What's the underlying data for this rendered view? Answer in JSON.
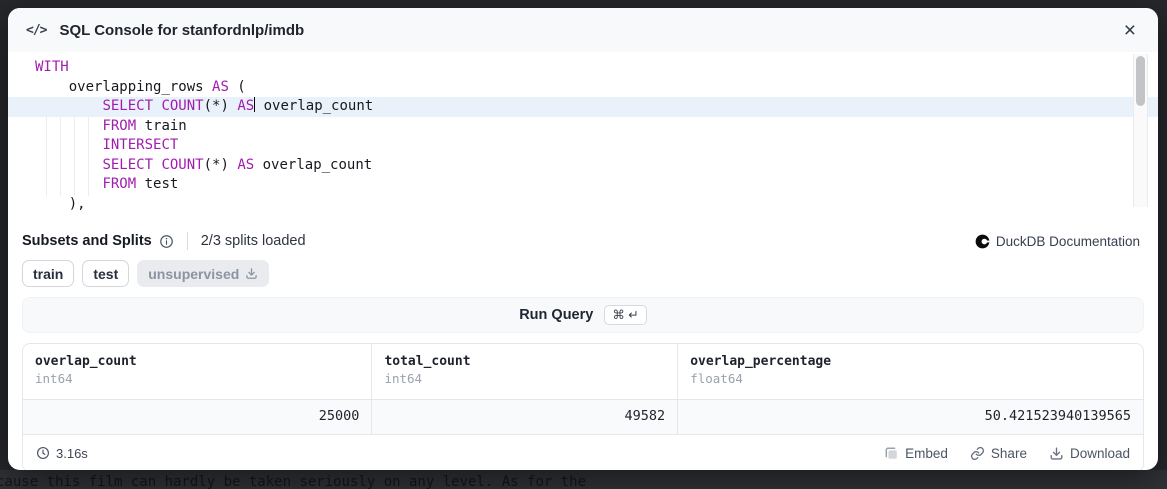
{
  "header": {
    "icon_glyph": "</>",
    "title": "SQL Console for stanfordnlp/imdb",
    "close_glyph": "×"
  },
  "editor": {
    "active_line": 2,
    "lines": [
      [
        {
          "text": "WITH",
          "kw": true
        }
      ],
      [
        {
          "text": "    overlapping_rows "
        },
        {
          "text": "AS",
          "kw": true
        },
        {
          "text": " ("
        }
      ],
      [
        {
          "text": "        "
        },
        {
          "text": "SELECT",
          "kw": true
        },
        {
          "text": " "
        },
        {
          "text": "COUNT",
          "kw": true
        },
        {
          "text": "(*) "
        },
        {
          "text": "AS",
          "kw": true,
          "cursor": true
        },
        {
          "text": " overlap_count"
        }
      ],
      [
        {
          "text": "        "
        },
        {
          "text": "FROM",
          "kw": true
        },
        {
          "text": " train"
        }
      ],
      [
        {
          "text": "        "
        },
        {
          "text": "INTERSECT",
          "kw": true
        }
      ],
      [
        {
          "text": "        "
        },
        {
          "text": "SELECT",
          "kw": true
        },
        {
          "text": " "
        },
        {
          "text": "COUNT",
          "kw": true
        },
        {
          "text": "(*) "
        },
        {
          "text": "AS",
          "kw": true
        },
        {
          "text": " overlap_count"
        }
      ],
      [
        {
          "text": "        "
        },
        {
          "text": "FROM",
          "kw": true
        },
        {
          "text": " test"
        }
      ],
      [
        {
          "text": "    ),"
        }
      ]
    ]
  },
  "splits": {
    "label": "Subsets and Splits",
    "status": "2/3 splits loaded",
    "chips": [
      {
        "label": "train",
        "loaded": true
      },
      {
        "label": "test",
        "loaded": true
      },
      {
        "label": "unsupervised",
        "loaded": false,
        "icon": "download-icon"
      }
    ]
  },
  "docs_link": {
    "label": "DuckDB Documentation",
    "icon": "duckdb-icon"
  },
  "run": {
    "label": "Run Query",
    "kbd": "⌘ ↵"
  },
  "results": {
    "columns": [
      {
        "name": "overlap_count",
        "type": "int64"
      },
      {
        "name": "total_count",
        "type": "int64"
      },
      {
        "name": "overlap_percentage",
        "type": "float64"
      }
    ],
    "row": [
      "25000",
      "49582",
      "50.421523940139565"
    ],
    "elapsed": "3.16s",
    "actions": [
      {
        "label": "Embed",
        "icon": "embed-icon"
      },
      {
        "label": "Share",
        "icon": "share-icon"
      },
      {
        "label": "Download",
        "icon": "download-icon"
      }
    ]
  },
  "background": {
    "snippet": "cause this film can hardly be taken seriously on any level. As for the"
  },
  "colors": {
    "keyword": "#a21caf",
    "active_line": "#e9f1fb",
    "accent_bg": "#f8f9fb"
  }
}
